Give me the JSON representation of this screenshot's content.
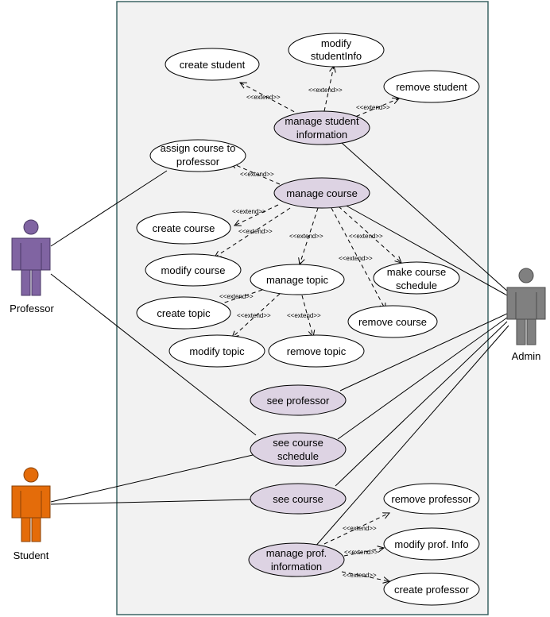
{
  "colors": {
    "system_fill": "#f2f2f2",
    "system_stroke": "#3c6464",
    "usecase_fill": "#ffffff",
    "usecase_highlight_fill": "#ddd3e3",
    "professor": "#8064a2",
    "student": "#e46c0a",
    "admin": "#808080",
    "line": "#000000"
  },
  "extend_label": "<<extend>>",
  "actors": {
    "professor": {
      "name": "Professor"
    },
    "student": {
      "name": "Student"
    },
    "admin": {
      "name": "Admin"
    }
  },
  "use_cases": {
    "create_student": {
      "lines": [
        "create student"
      ]
    },
    "modify_student_info": {
      "lines": [
        "modify",
        "studentInfo"
      ]
    },
    "remove_student": {
      "lines": [
        "remove student"
      ]
    },
    "manage_student_information": {
      "lines": [
        "manage student",
        "information"
      ]
    },
    "assign_course": {
      "lines": [
        "assign course to",
        "professor"
      ]
    },
    "manage_course": {
      "lines": [
        "manage course"
      ]
    },
    "create_course": {
      "lines": [
        "create course"
      ]
    },
    "modify_course": {
      "lines": [
        "modify course"
      ]
    },
    "manage_topic": {
      "lines": [
        "manage topic"
      ]
    },
    "make_course_schedule": {
      "lines": [
        "make course",
        "schedule"
      ]
    },
    "create_topic": {
      "lines": [
        "create topic"
      ]
    },
    "remove_course": {
      "lines": [
        "remove course"
      ]
    },
    "modify_topic": {
      "lines": [
        "modify topic"
      ]
    },
    "remove_topic": {
      "lines": [
        "remove topic"
      ]
    },
    "see_professor": {
      "lines": [
        "see professor"
      ]
    },
    "see_course_schedule": {
      "lines": [
        "see course",
        "schedule"
      ]
    },
    "see_course": {
      "lines": [
        "see course"
      ]
    },
    "remove_professor": {
      "lines": [
        "remove professor"
      ]
    },
    "modify_prof_info": {
      "lines": [
        "modify prof. Info"
      ]
    },
    "manage_prof_information": {
      "lines": [
        "manage prof.",
        "information"
      ]
    },
    "create_professor": {
      "lines": [
        "create professor"
      ]
    }
  }
}
